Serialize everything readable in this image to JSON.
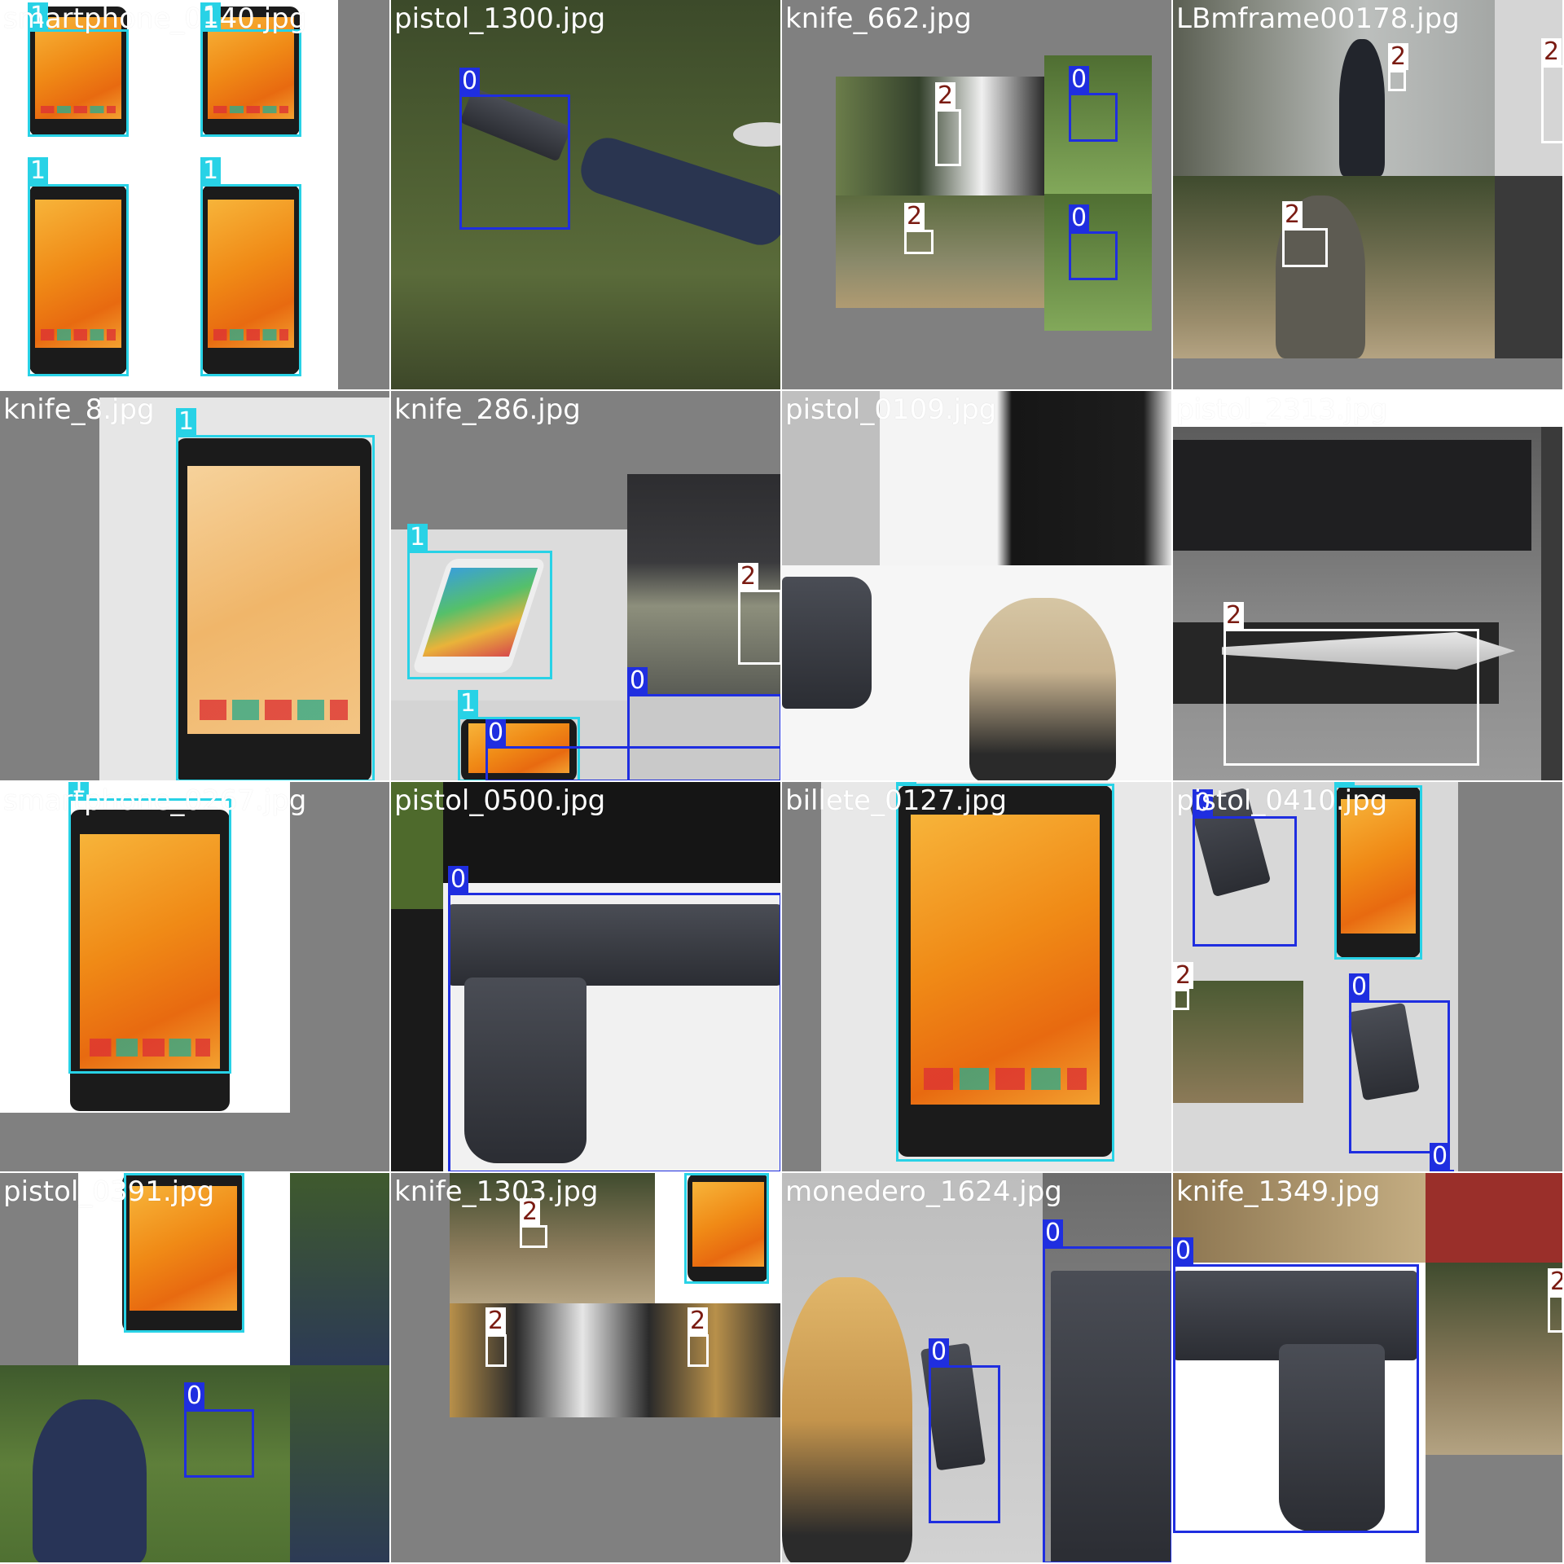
{
  "colors": {
    "class_0": "#1f2ee0",
    "class_1": "#28d2e6",
    "class_2": "#ffffff",
    "label_text_0": "#ffffff",
    "label_text_1": "#ffffff",
    "label_text_2": "#7a1b12"
  },
  "tiles": [
    {
      "name": "smartphone_0140.jpg",
      "labels": [
        "1",
        "1",
        "1",
        "1"
      ]
    },
    {
      "name": "pistol_1300.jpg",
      "labels": [
        "0"
      ]
    },
    {
      "name": "knife_662.jpg",
      "labels": [
        "2",
        "0",
        "2",
        "0"
      ]
    },
    {
      "name": "LBmframe00178.jpg",
      "labels": [
        "2",
        "2",
        "2"
      ]
    },
    {
      "name": "knife_8.jpg",
      "labels": [
        "1"
      ]
    },
    {
      "name": "knife_286.jpg",
      "labels": [
        "1",
        "2",
        "1",
        "0",
        "0"
      ]
    },
    {
      "name": "pistol_0109.jpg",
      "labels": []
    },
    {
      "name": "pistol_2313.jpg",
      "labels": [
        "2"
      ]
    },
    {
      "name": "smartphone_0267.jpg",
      "labels": [
        "1"
      ]
    },
    {
      "name": "pistol_0500.jpg",
      "labels": [
        "0"
      ]
    },
    {
      "name": "billete_0127.jpg",
      "labels": [
        "1"
      ]
    },
    {
      "name": "pistol_0410.jpg",
      "labels": [
        "0",
        "1",
        "2",
        "0",
        "0"
      ]
    },
    {
      "name": "pistol_0391.jpg",
      "labels": [
        "1",
        "0"
      ]
    },
    {
      "name": "knife_1303.jpg",
      "labels": [
        "2",
        "1",
        "2",
        "2"
      ]
    },
    {
      "name": "monedero_1624.jpg",
      "labels": [
        "0",
        "0"
      ]
    },
    {
      "name": "knife_1349.jpg",
      "labels": [
        "0",
        "2"
      ]
    }
  ]
}
